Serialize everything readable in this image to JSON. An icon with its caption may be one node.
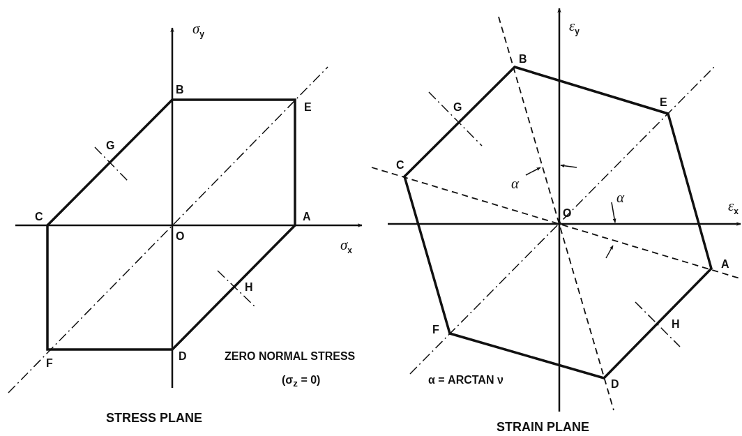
{
  "diagram": {
    "labels": [
      "σ$_{y}$",
      "B",
      "E",
      "G",
      "C",
      "A",
      "O",
      "σ$_{x}$",
      "H",
      "F",
      "D",
      "ZERO NORMAL STRESS",
      "(σ$_{z}$ = 0)",
      "STRESS PLANE",
      "ε$_{y}$",
      "B",
      "E",
      "G",
      "C",
      "α",
      "α",
      "O",
      "ε$_{x}$",
      "A",
      "H",
      "F",
      "D",
      "α = ARCTAN ν",
      "STRAIN PLANE"
    ]
  }
}
